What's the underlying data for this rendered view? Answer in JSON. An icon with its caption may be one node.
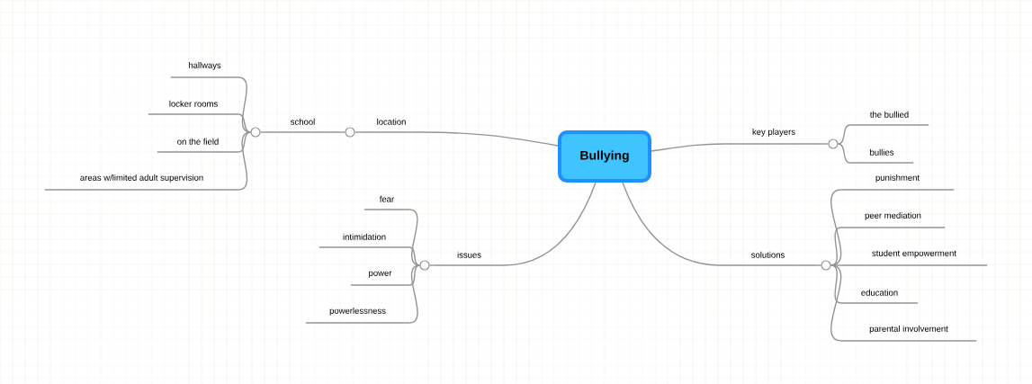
{
  "diagram": {
    "nodes": [
      {
        "text": [
          "Bullying"
        ]
      },
      {
        "text": [
          "location"
        ]
      },
      {
        "text": [
          "school"
        ]
      },
      {
        "text": [
          "hallways"
        ]
      },
      {
        "text": [
          "locker rooms"
        ]
      },
      {
        "text": [
          "on the field"
        ]
      },
      {
        "text": [
          "areas w/limited adult supervision"
        ]
      },
      {
        "text": [
          "key players"
        ]
      },
      {
        "text": [
          "the bullied"
        ]
      },
      {
        "text": [
          "bullies"
        ]
      },
      {
        "text": [
          "issues"
        ]
      },
      {
        "text": [
          "fear"
        ]
      },
      {
        "text": [
          "intimidation"
        ]
      },
      {
        "text": [
          "power"
        ]
      },
      {
        "text": [
          "powerlessness"
        ]
      },
      {
        "text": [
          "solutions"
        ]
      },
      {
        "text": [
          "punishment"
        ]
      },
      {
        "text": [
          "peer mediation"
        ]
      },
      {
        "text": [
          "student empowerment"
        ]
      },
      {
        "text": [
          "education"
        ]
      },
      {
        "text": [
          "parental involvement"
        ]
      },
      {
        "text": [],
        "shape": "circle"
      },
      {
        "text": [],
        "shape": "circle"
      },
      {
        "text": [],
        "shape": "circle"
      },
      {
        "text": [],
        "shape": "circle"
      },
      {
        "text": [],
        "shape": "circle"
      }
    ],
    "edges": [
      {
        "from": 0,
        "to": 1,
        "arrow": "none"
      },
      {
        "from": 1,
        "to": 21,
        "arrow": "none"
      },
      {
        "from": 21,
        "to": 2,
        "arrow": "none"
      },
      {
        "from": 2,
        "to": 22,
        "arrow": "none"
      },
      {
        "from": 22,
        "to": 3,
        "arrow": "none"
      },
      {
        "from": 22,
        "to": 4,
        "arrow": "none"
      },
      {
        "from": 22,
        "to": 5,
        "arrow": "none"
      },
      {
        "from": 22,
        "to": 6,
        "arrow": "none"
      },
      {
        "from": 0,
        "to": 7,
        "arrow": "none"
      },
      {
        "from": 7,
        "to": 23,
        "arrow": "none"
      },
      {
        "from": 23,
        "to": 8,
        "arrow": "none"
      },
      {
        "from": 23,
        "to": 9,
        "arrow": "none"
      },
      {
        "from": 0,
        "to": 10,
        "arrow": "none"
      },
      {
        "from": 10,
        "to": 24,
        "arrow": "none"
      },
      {
        "from": 24,
        "to": 11,
        "arrow": "none"
      },
      {
        "from": 24,
        "to": 12,
        "arrow": "none"
      },
      {
        "from": 24,
        "to": 13,
        "arrow": "none"
      },
      {
        "from": 24,
        "to": 14,
        "arrow": "none"
      },
      {
        "from": 0,
        "to": 15,
        "arrow": "none"
      },
      {
        "from": 15,
        "to": 25,
        "arrow": "none"
      },
      {
        "from": 25,
        "to": 16,
        "arrow": "none"
      },
      {
        "from": 25,
        "to": 17,
        "arrow": "none"
      },
      {
        "from": 25,
        "to": 18,
        "arrow": "none"
      },
      {
        "from": 25,
        "to": 19,
        "arrow": "none"
      },
      {
        "from": 25,
        "to": 20,
        "arrow": "none"
      }
    ]
  }
}
